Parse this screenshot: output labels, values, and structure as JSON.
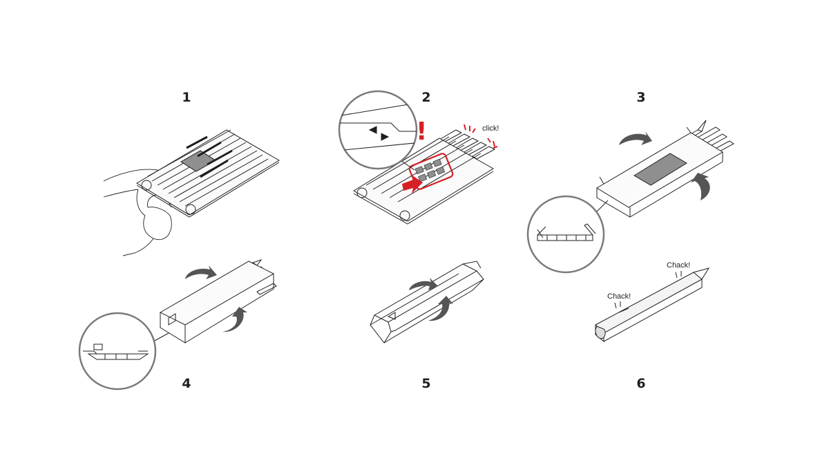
{
  "steps": [
    {
      "number": "1"
    },
    {
      "number": "2",
      "callouts": {
        "alert": "!",
        "sound": "click!"
      }
    },
    {
      "number": "3"
    },
    {
      "number": "4"
    },
    {
      "number": "5"
    },
    {
      "number": "6",
      "callouts": {
        "sound_a": "Chack!",
        "sound_b": "Chack!"
      }
    }
  ],
  "colors": {
    "line": "#1e1e1e",
    "accent": "#d42026",
    "arrow": "#4a4a4a",
    "fill_light": "#f2f2f2",
    "fill_mid": "#9a9a9a"
  }
}
